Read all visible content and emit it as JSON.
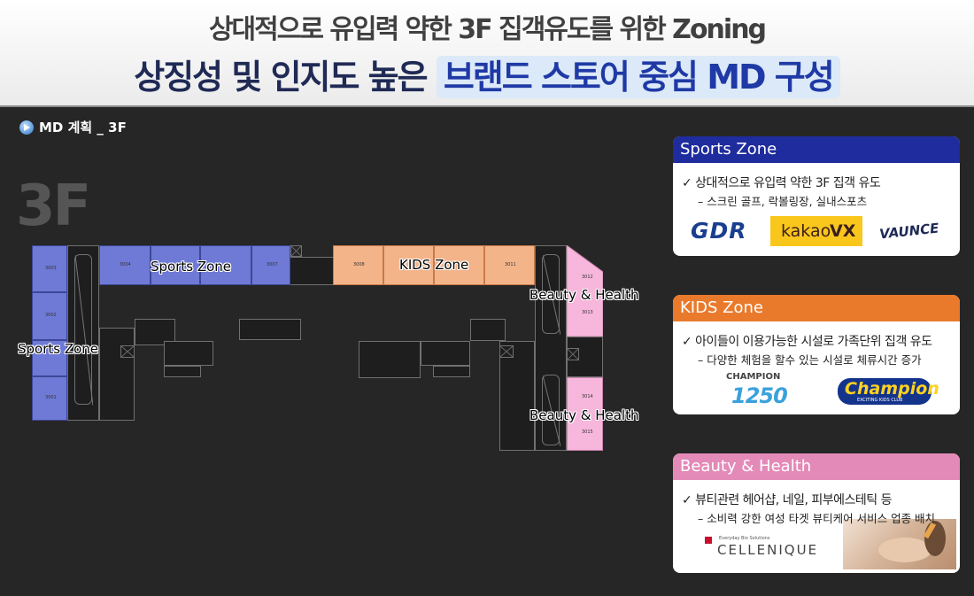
{
  "header": {
    "subtitle": "상대적으로 유입력 약한 3F 집객유도를 위한 Zoning",
    "title_prefix": "상징성 및 인지도 높은",
    "title_highlight": "브랜드 스토어 중심 MD 구성"
  },
  "section_label": "MD 계획 _ 3F",
  "floor_label": "3F",
  "floor_plan": {
    "zone_labels": {
      "sports_top": "Sports  Zone",
      "sports_left": "Sports  Zone",
      "kids": "KIDS Zone",
      "beauty_top": "Beauty & Health",
      "beauty_bottom": "Beauty & Health"
    },
    "units": {
      "u3003": "3003",
      "u3002": "3002",
      "u3001": "3001",
      "u3004": "3004",
      "u3007": "3007",
      "u3008": "3008",
      "u3011": "3011",
      "u3012": "3012",
      "u3013": "3013",
      "u3014": "3014",
      "u3015": "3015"
    }
  },
  "cards": {
    "sports": {
      "title": "Sports Zone",
      "color": "#1e2c9e",
      "point": "✓ 상대적으로 유입력 약한 3F 집객 유도",
      "detail": "– 스크린 골프, 락볼링장, 실내스포츠",
      "logos": {
        "gdr": "GDR",
        "kakao_a": "kakao",
        "kakao_b": "VX",
        "vaunce": "VAUNCE"
      }
    },
    "kids": {
      "title": "KIDS Zone",
      "color": "#e97a2b",
      "point": "✓ 아이들이 이용가능한 시설로 가족단위 집객 유도",
      "detail": "– 다양한 체험을 할수 있는 시설로 체류시간 증가",
      "logos": {
        "champ1250_top": "CHAMPION",
        "champ1250_num": "1250",
        "champion": "Champion",
        "champion_sub": "EXCITING KIDS CLUB"
      }
    },
    "beauty": {
      "title": "Beauty & Health",
      "color": "#e48ab8",
      "point": "✓ 뷰티관련 헤어샵, 네일, 피부에스테틱 등",
      "detail": "– 소비력 강한 여성 타겟 뷰티케어 서비스 업종 배치",
      "logos": {
        "cellenique": "CELLENIQUE",
        "cellenique_tag": "Everyday Bio Solutions"
      }
    }
  }
}
